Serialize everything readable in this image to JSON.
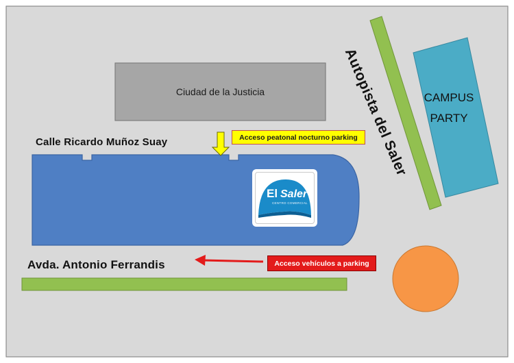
{
  "buildings": {
    "justicia_label": "Ciudad de la Justicia",
    "campus_label": "CAMPUS PARTY"
  },
  "streets": {
    "calle_label": "Calle Ricardo Muñoz Suay",
    "avenida_label": "Avda. Antonio Ferrandis",
    "autopista_label": "Autopista del Saler"
  },
  "annotations": {
    "pedestrian_access": "Acceso peatonal nocturno parking",
    "vehicle_access": "Acceso vehículos a parking"
  },
  "logo": {
    "brand_part1": "El",
    "brand_part2": "Saler",
    "subtitle": "CENTRO COMERCIAL"
  },
  "colors": {
    "background": "#d9d9d9",
    "shopping_center": "#4f7fc4",
    "justicia_building": "#a6a6a6",
    "campus_party": "#4bacc6",
    "green_strip": "#92c050",
    "roundabout": "#f79646",
    "pedestrian_arrow": "#ffff00",
    "vehicle_arrow": "#e31b1b"
  }
}
